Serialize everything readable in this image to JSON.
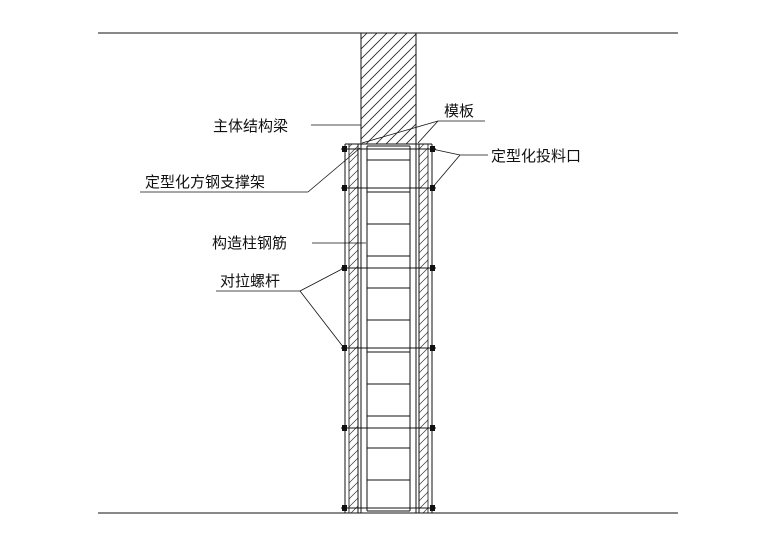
{
  "labels": {
    "main_beam": "主体结构梁",
    "formwork": "模板",
    "steel_frame": "定型化方钢支撑架",
    "feed_opening": "定型化投料口",
    "rebar": "构造柱钢筋",
    "tie_bolt": "对拉螺杆"
  },
  "colors": {
    "line": "#111111",
    "background": "#ffffff"
  }
}
